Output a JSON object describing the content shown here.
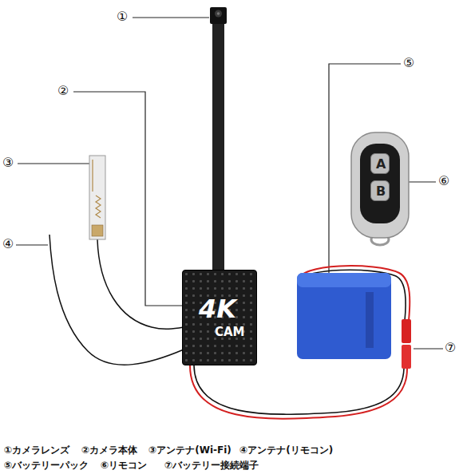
{
  "diagram": {
    "nodes": [
      {
        "text": [
          "4K",
          "CAM"
        ]
      },
      {
        "text": [
          "A"
        ]
      },
      {
        "text": [
          "B"
        ]
      }
    ],
    "labels": [
      "①",
      "②",
      "③",
      "④",
      "⑤",
      "⑥",
      "⑦",
      "①カメラレンズ",
      "②カメラ本体",
      "③アンテナ(Wi-Fi)",
      "④アンテナ(リモコン)",
      "⑤バッテリーパック",
      "⑥リモコン",
      "⑦バッテリー接続端子"
    ]
  }
}
